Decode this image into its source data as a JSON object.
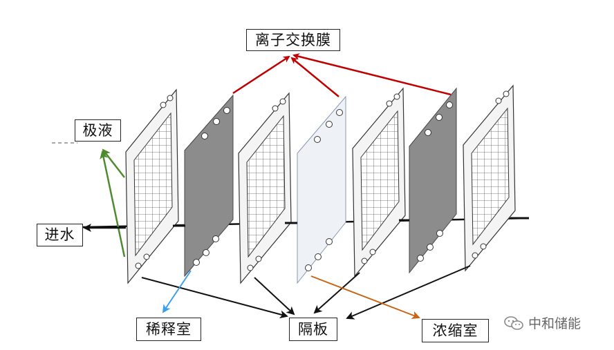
{
  "labels": {
    "membrane": "离子交换膜",
    "electrode_liquid": "极液",
    "inlet_water": "进水",
    "dilute_chamber": "稀释室",
    "spacer": "隔板",
    "concentrate_chamber": "浓缩室"
  },
  "watermark": "中和储能",
  "colors": {
    "membrane_arrows": "#c00000",
    "electrode_arrows": "#4e8a2e",
    "dilute_arrow": "#3aa0e8",
    "concentrate_arrow": "#c86414",
    "spacer_arrows": "#111111",
    "membrane_fill": "#8c8c8c",
    "clear_membrane_fill": "#eef1f6"
  }
}
